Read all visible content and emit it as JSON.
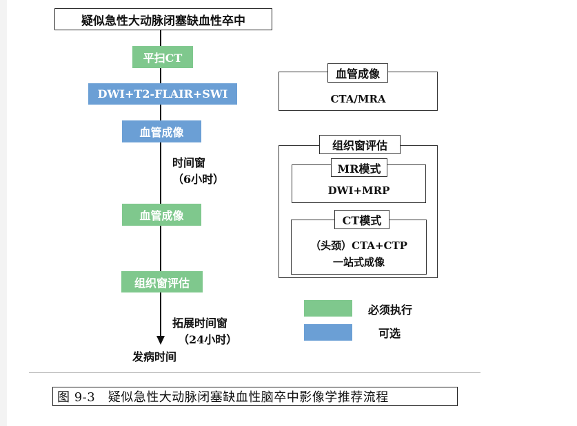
{
  "diagram": {
    "title": "疑似急性大动脉闭塞缺血性卒中",
    "steps": [
      {
        "label": "平扫CT",
        "color": "green"
      },
      {
        "label": "DWI+T2-FLAIR+SWI",
        "color": "blue"
      },
      {
        "label": "血管成像",
        "color": "blue"
      },
      {
        "label": "血管成像",
        "color": "green"
      },
      {
        "label": "组织窗评估",
        "color": "green"
      }
    ],
    "time_window": {
      "line1": "时间窗",
      "line2": "（6小时）"
    },
    "extended_window": {
      "line1": "拓展时间窗",
      "line2": "（24小时）"
    },
    "onset_label": "发病时间"
  },
  "panels": {
    "vascular": {
      "title": "血管成像",
      "body": "CTA/MRA"
    },
    "tissue": {
      "title": "组织窗评估",
      "mr": {
        "title": "MR模式",
        "body": "DWI+MRP"
      },
      "ct": {
        "title": "CT模式",
        "body_line1": "（头颈）CTA+CTP",
        "body_line2": "一站式成像"
      }
    }
  },
  "legend": [
    {
      "label": "必须执行",
      "color": "#7fc88d"
    },
    {
      "label": "可选",
      "color": "#6b9fd5"
    }
  ],
  "caption": "图 9-3　疑似急性大动脉闭塞缺血性脑卒中影像学推荐流程",
  "colors": {
    "green": "#7fc88d",
    "blue": "#6b9fd5"
  }
}
